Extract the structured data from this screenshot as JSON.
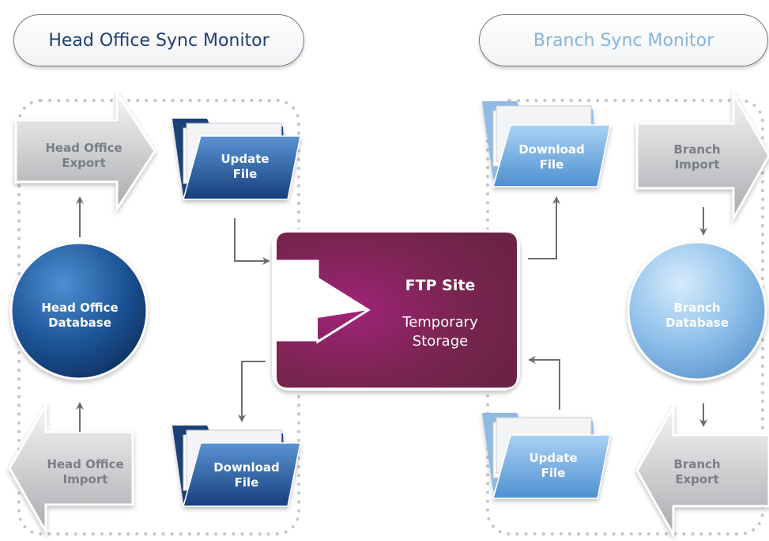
{
  "titles": {
    "head_office": "Head Office Sync Monitor",
    "branch": "Branch Sync Monitor"
  },
  "arrows": {
    "head_office_export": [
      "Head Office",
      "Export"
    ],
    "head_office_import": [
      "Head Office",
      "Import"
    ],
    "branch_import": [
      "Branch",
      "Import"
    ],
    "branch_export": [
      "Branch",
      "Export"
    ]
  },
  "folders": {
    "head_update": [
      "Update",
      "File"
    ],
    "head_download": [
      "Download",
      "File"
    ],
    "branch_download": [
      "Download",
      "File"
    ],
    "branch_update": [
      "Update",
      "File"
    ]
  },
  "databases": {
    "head_office": [
      "Head Office",
      "Database"
    ],
    "branch": [
      "Branch",
      "Database"
    ]
  },
  "ftp": {
    "title": "FTP Site",
    "subtitle": [
      "Temporary",
      "Storage"
    ]
  },
  "colors": {
    "head_blue": "#1f4f8f",
    "branch_blue": "#7fb0e0",
    "ftp_maroon": "#78264a",
    "arrow_grey": "#c8c9cb"
  }
}
